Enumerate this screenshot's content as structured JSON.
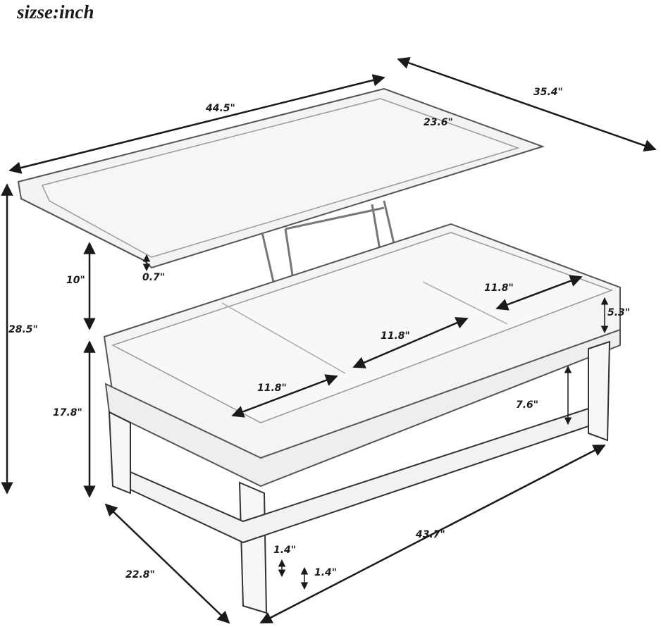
{
  "title": "sizse:inch",
  "dimensions": {
    "top_length": "44.5\"",
    "top_depth": "23.6\"",
    "overall_depth_raised": "35.4\"",
    "top_thickness": "0.7\"",
    "lift_height": "10\"",
    "total_height": "28.5\"",
    "table_height": "17.8\"",
    "compartment_left": "11.8\"",
    "compartment_middle": "11.8\"",
    "compartment_right": "11.8\"",
    "compartment_depth": "5.3\"",
    "shelf_clearance": "7.6\"",
    "base_length": "43.7\"",
    "base_depth": "22.8\"",
    "shelf_thickness": "1.4\"",
    "shelf_height": "1.4\""
  },
  "colors": {
    "line": "#1a1a1a",
    "sketch": "#8a8a8a",
    "surface": "#f3f3f3",
    "background": "#ffffff"
  }
}
